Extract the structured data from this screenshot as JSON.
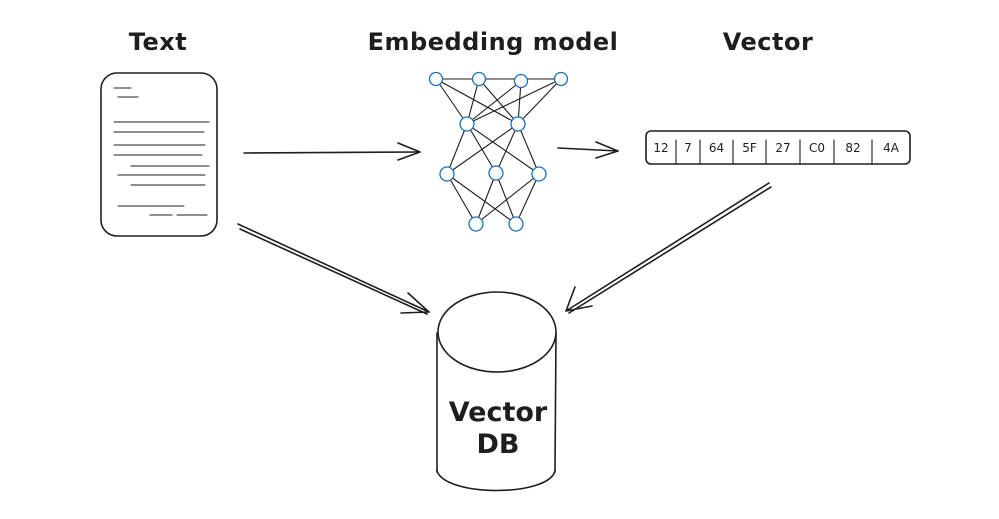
{
  "labels": {
    "text": "Text",
    "embedding_model": "Embedding model",
    "vector": "Vector",
    "vector_db_line1": "Vector",
    "vector_db_line2": "DB"
  },
  "vector_cells": [
    "12",
    "7",
    "64",
    "5F",
    "27",
    "C0",
    "82",
    "4A"
  ],
  "colors": {
    "stroke": "#1e1e1e",
    "node_stroke": "#1971c2",
    "background": "#ffffff"
  }
}
